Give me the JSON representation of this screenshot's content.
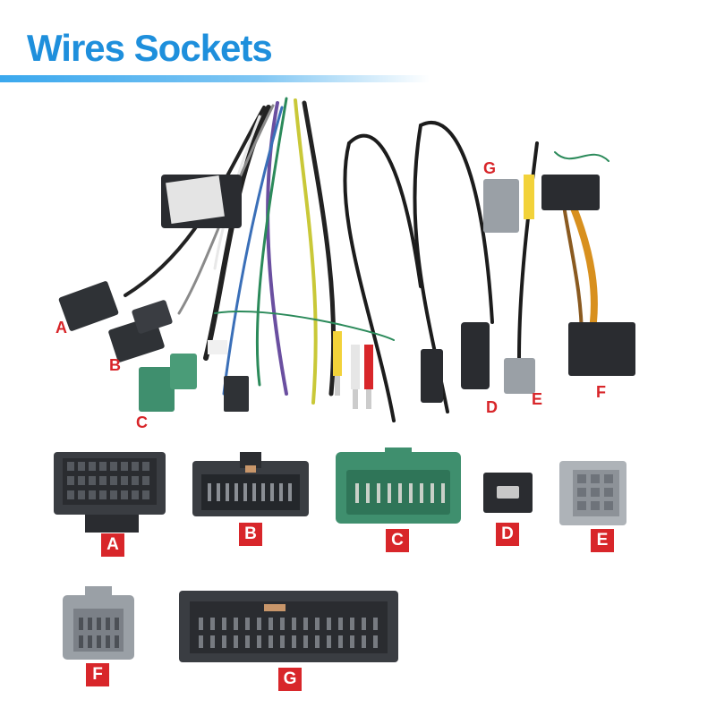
{
  "title": "Wires Sockets",
  "harness_labels": {
    "a": "A",
    "b": "B",
    "c": "C",
    "d": "D",
    "e": "E",
    "f": "F",
    "g": "G"
  },
  "socket_badges": {
    "a": "A",
    "b": "B",
    "c": "C",
    "d": "D",
    "e": "E",
    "f": "F",
    "g": "G"
  },
  "colors": {
    "title": "#1e8fdc",
    "badge": "#d8262a",
    "connector_dark": "#3a3d42",
    "connector_green": "#3f8f6e",
    "connector_grey": "#9aa0a6"
  }
}
